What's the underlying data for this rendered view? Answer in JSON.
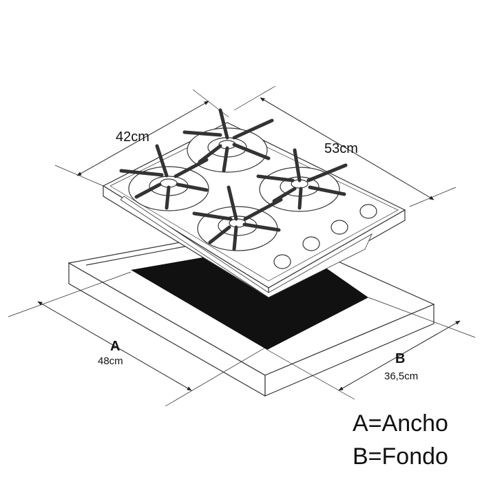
{
  "labels": {
    "width_top": "42cm",
    "depth_top": "53cm",
    "cutout_width_letter": "A",
    "cutout_width_value": "48cm",
    "cutout_depth_letter": "B",
    "cutout_depth_value": "36,5cm"
  },
  "legend": {
    "line1": "A=Ancho",
    "line2": "B=Fondo"
  }
}
